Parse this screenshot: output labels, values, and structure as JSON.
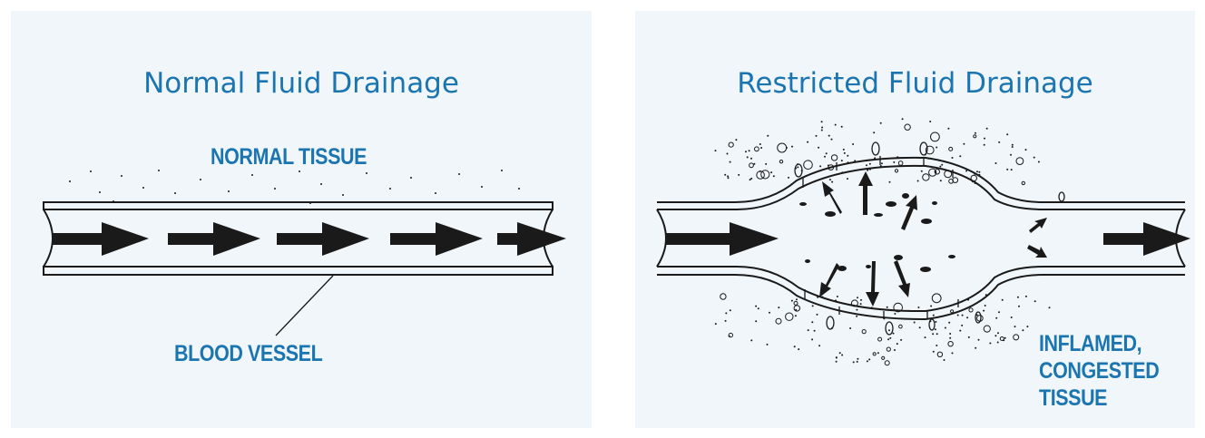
{
  "left_panel": {
    "title": "Normal Fluid Drainage",
    "tissue_label": "NORMAL TISSUE",
    "vessel_label": "BLOOD VESSEL"
  },
  "right_panel": {
    "title": "Restricted Fluid Drainage",
    "tissue_label_lines": [
      "INFLAMED,",
      "CONGESTED",
      "TISSUE"
    ]
  },
  "colors": {
    "panel_background": "#f1f6fa",
    "heading_blue": "#1b75b0",
    "ink": "#1a1a1a"
  }
}
